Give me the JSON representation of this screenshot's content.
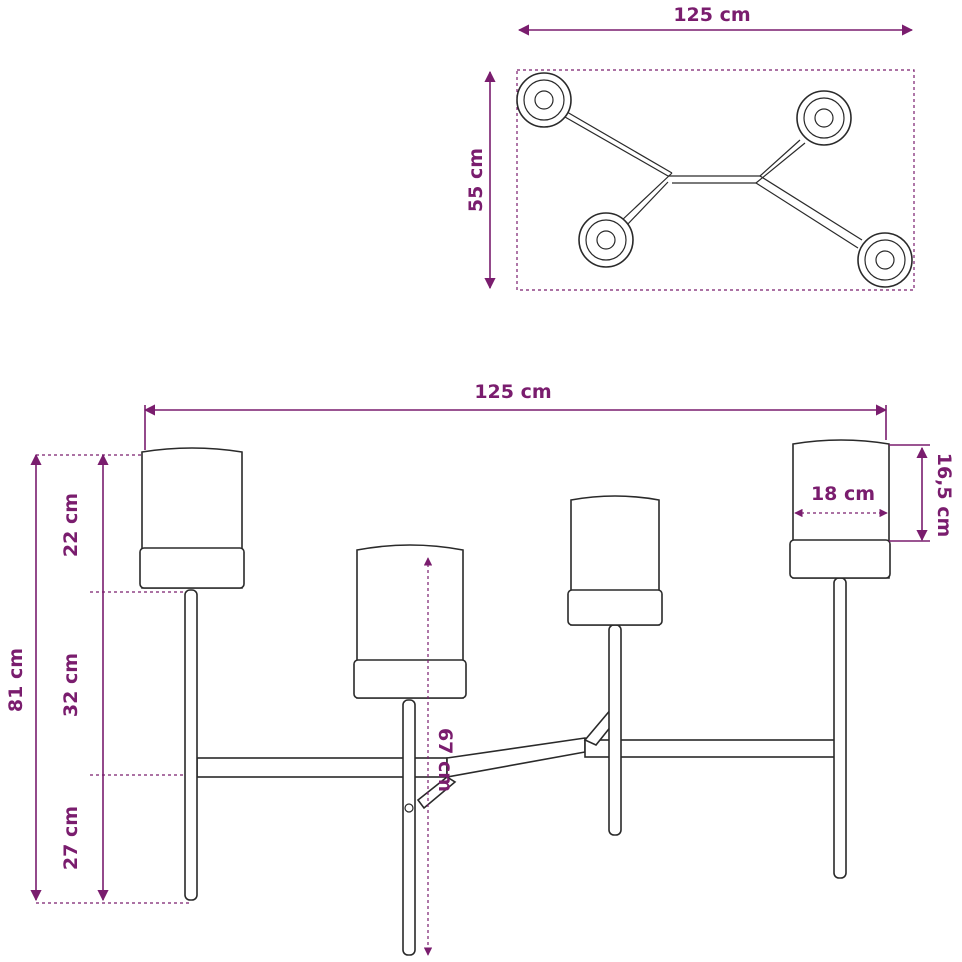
{
  "top_view": {
    "width_label": "125 cm",
    "depth_label": "55 cm"
  },
  "front_view": {
    "width_label": "125 cm",
    "total_height_label": "81 cm",
    "pot_height_label": "22 cm",
    "mid_stem_label": "32 cm",
    "lower_stem_label": "27 cm",
    "center_pot_height_label": "67 cm",
    "pot_inner_height_label": "16,5 cm",
    "pot_diameter_label": "18 cm"
  },
  "colors": {
    "dimension": "#7a1d6e",
    "outline": "#2a2a2a",
    "background": "#ffffff"
  }
}
